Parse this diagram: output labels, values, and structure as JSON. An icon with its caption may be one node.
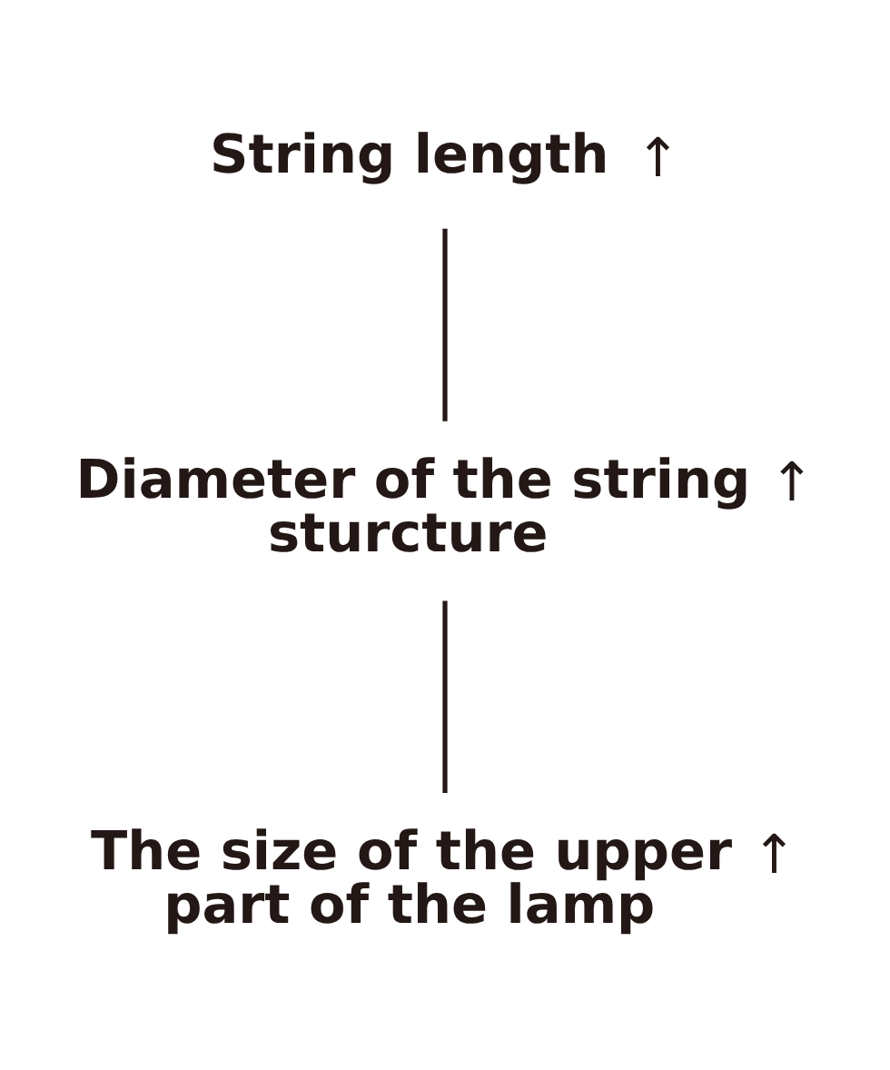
{
  "diagram": {
    "nodes": [
      {
        "text": [
          "String length"
        ],
        "beside": [
          "↑"
        ]
      },
      {
        "text": [
          "Diameter of the string sturcture"
        ],
        "beside": [
          "↑"
        ]
      },
      {
        "text": [
          "The size of the upper part of the lamp"
        ],
        "beside": [
          "↑"
        ]
      }
    ],
    "edges": [
      {
        "from": 0,
        "to": 1,
        "arrow": "none"
      },
      {
        "from": 1,
        "to": 2,
        "arrow": "none"
      }
    ]
  }
}
